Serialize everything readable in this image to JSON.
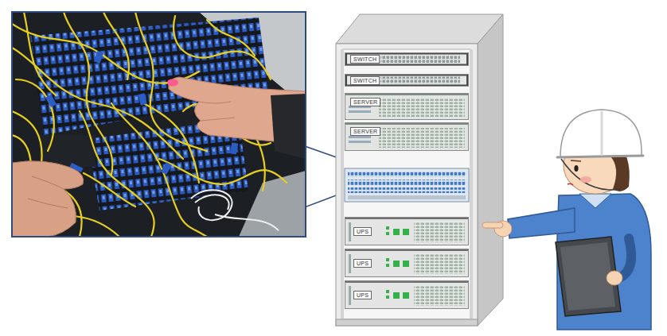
{
  "diagram": {
    "nodes": [
      {
        "text": [
          "SWITCH"
        ]
      },
      {
        "text": [
          "SWITCH"
        ]
      },
      {
        "text": [
          "SERVER"
        ]
      },
      {
        "text": [
          "SERVER"
        ]
      },
      {
        "text": [
          "UPS"
        ]
      },
      {
        "text": [
          "UPS"
        ]
      },
      {
        "text": [
          "UPS"
        ]
      }
    ]
  }
}
